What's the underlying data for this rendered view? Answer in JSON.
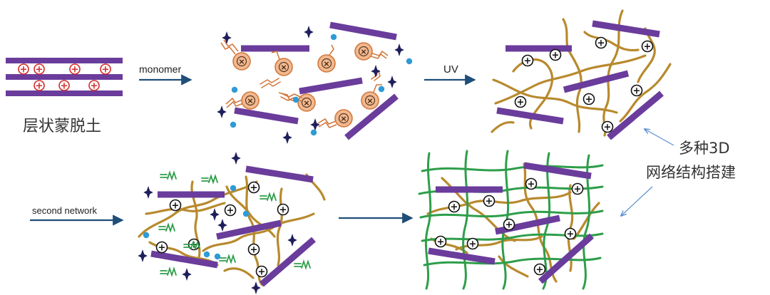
{
  "title": "Montmorillonite double-network construction diagram",
  "labels": {
    "layered_mmt": "层状蒙脱土",
    "monomer": "monomer",
    "uv": "UV",
    "second_network": "second network",
    "network_3d_line1": "多种3D",
    "network_3d_line2": "网络结构搭建"
  },
  "charge_symbol": "+",
  "colors": {
    "platelet": "#6A3C9B",
    "polymer": "#B88A2E",
    "second_polymer": "#2E9E4A",
    "monomer_fill": "#F2B890",
    "monomer_stroke": "#D27A3F",
    "dot": "#2E9BD6",
    "star": "#1F1F5C",
    "arrow": "#1F4E79",
    "annotation_arrow": "#5B8FD0",
    "charge_red": "#D22B2B",
    "charge_black": "#111111"
  },
  "icons": {
    "counter_ion": "four-point-star-icon",
    "ion_dot": "blue-dot-icon",
    "monomer": "charged-monomer-icon",
    "crosslinker": "zigzag-crosslinker-icon"
  }
}
